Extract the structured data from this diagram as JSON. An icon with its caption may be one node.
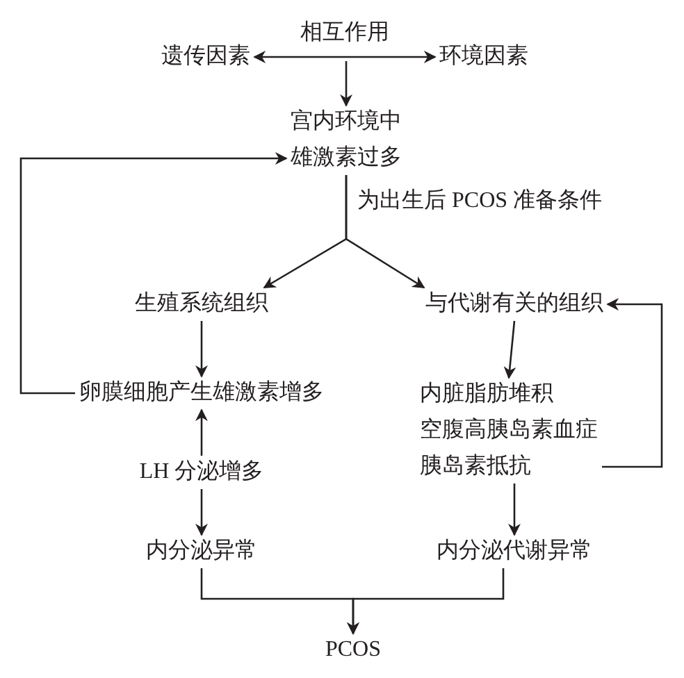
{
  "diagram": {
    "nodes": [
      {
        "text": [
          "遗传因素"
        ]
      },
      {
        "text": [
          "环境因素"
        ]
      },
      {
        "text": [
          "宫内环境中雄激素过多"
        ]
      },
      {
        "text": [
          "生殖系统组织"
        ]
      },
      {
        "text": [
          "与代谢有关的组织"
        ]
      },
      {
        "text": [
          "卵膜细胞产生雄激素增多"
        ]
      },
      {
        "text": [
          "LH 分泌增多"
        ]
      },
      {
        "text": [
          "内分泌异常"
        ]
      },
      {
        "text": [
          "内脏脂肪堆积",
          "空腹高胰岛素血症",
          "胰岛素抵抗"
        ]
      },
      {
        "text": [
          "内分泌代谢异常"
        ]
      },
      {
        "text": [
          "PCOS"
        ]
      }
    ],
    "edges": [
      {
        "from": 0,
        "to": 1,
        "arrow": "both",
        "label": "相互作用"
      },
      {
        "from": null,
        "to": 2,
        "arrow": "to"
      },
      {
        "from": 2,
        "to": 3,
        "arrow": "to",
        "label": "为出生后 PCOS 准备条件"
      },
      {
        "from": 2,
        "to": 4,
        "arrow": "to"
      },
      {
        "from": 3,
        "to": 5,
        "arrow": "to"
      },
      {
        "from": 5,
        "to": 2,
        "arrow": "to"
      },
      {
        "from": 4,
        "to": 8,
        "arrow": "to"
      },
      {
        "from": 8,
        "to": 4,
        "arrow": "to"
      },
      {
        "from": 6,
        "to": 5,
        "arrow": "to"
      },
      {
        "from": 6,
        "to": 7,
        "arrow": "to"
      },
      {
        "from": 8,
        "to": 9,
        "arrow": "to"
      },
      {
        "from": 7,
        "to": 10,
        "arrow": "to"
      },
      {
        "from": 9,
        "to": 10,
        "arrow": "to"
      }
    ]
  }
}
